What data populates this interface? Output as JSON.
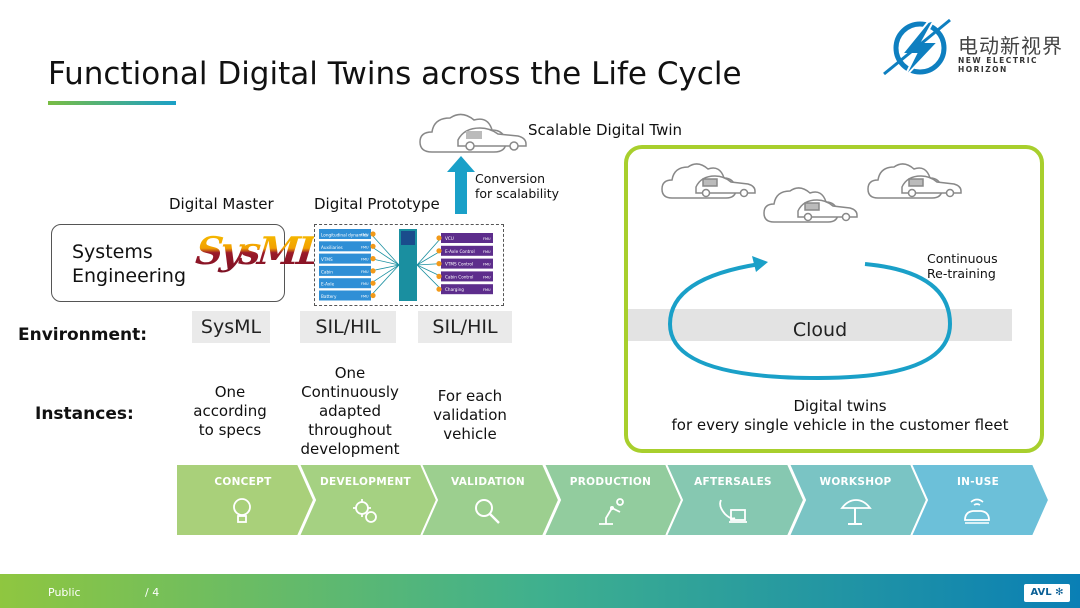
{
  "title": "Functional Digital Twins across the Life Cycle",
  "brand": {
    "cn": "电动新视界",
    "en": "NEW ELECTRIC HORIZON"
  },
  "top": {
    "scalable_twin": "Scalable Digital Twin",
    "conversion_line1": "Conversion",
    "conversion_line2": "for scalability"
  },
  "headers": {
    "digital_master": "Digital Master",
    "digital_prototype": "Digital Prototype"
  },
  "systems_engineering": {
    "line1": "Systems",
    "line2": "Engineering",
    "logo": "SysML"
  },
  "prototype_diagram": {
    "left_blocks": [
      "Longitudinal dynamics",
      "Auxiliaries",
      "VTMS",
      "Cabin",
      "E-Axle",
      "Battery"
    ],
    "right_blocks": [
      "VCU",
      "E-Axle Control",
      "VTMS Control",
      "Cabin Control",
      "Charging"
    ],
    "fmu_tag": "FMU",
    "colors": {
      "left": "#2f8fd6",
      "right": "#5d2d8c",
      "hub": "#1a4c8c",
      "connector": "#f29a1a"
    }
  },
  "row_labels": {
    "environment": "Environment:",
    "instances": "Instances:"
  },
  "environment": {
    "sysml": "SysML",
    "sil1": "SIL/HIL",
    "sil2": "SIL/HIL",
    "cloud": "Cloud"
  },
  "continuous": {
    "line1": "Continuous",
    "line2": "Re-training"
  },
  "instances": {
    "one_specs": [
      "One",
      "according",
      "to specs"
    ],
    "one_continuous": [
      "One",
      "Continuously",
      "adapted",
      "throughout",
      "development"
    ],
    "for_each": [
      "For each",
      "validation",
      "vehicle"
    ],
    "digital_twins": [
      "Digital twins",
      "for every single vehicle in the customer fleet"
    ]
  },
  "lifecycle": [
    {
      "label": "CONCEPT",
      "icon": "lightbulb-icon",
      "color": "#a9d07a"
    },
    {
      "label": "DEVELOPMENT",
      "icon": "gears-icon",
      "color": "#a5d182"
    },
    {
      "label": "VALIDATION",
      "icon": "magnifier-icon",
      "color": "#9ccf8f"
    },
    {
      "label": "PRODUCTION",
      "icon": "robot-arm-icon",
      "color": "#92cc9e"
    },
    {
      "label": "AFTERSALES",
      "icon": "phone-laptop-icon",
      "color": "#86c8b1"
    },
    {
      "label": "WORKSHOP",
      "icon": "car-lift-icon",
      "color": "#7ac4c4"
    },
    {
      "label": "IN-USE",
      "icon": "connected-car-icon",
      "color": "#6cc0d9"
    }
  ],
  "footer": {
    "classification": "Public",
    "page": "/ 4",
    "logo": "AVL"
  },
  "colors": {
    "accent_green": "#a8cf2d",
    "accent_blue": "#1aa0c8",
    "arrow_teal": "#1aa0c8"
  }
}
